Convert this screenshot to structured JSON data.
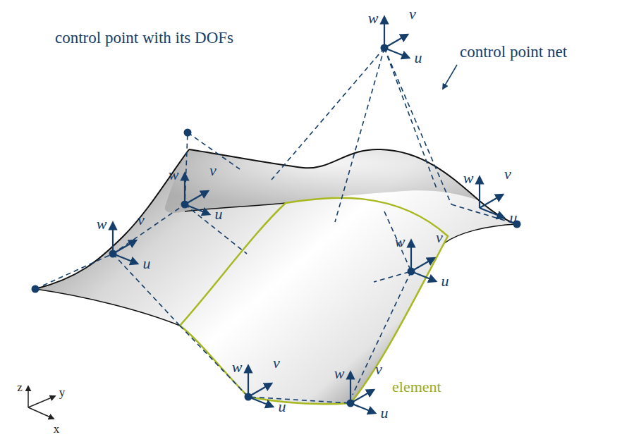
{
  "diagram": {
    "labels": [
      "control point with its DOFs",
      "control point net",
      "element",
      "w",
      "v",
      "u",
      "w",
      "v",
      "u",
      "w",
      "v",
      "u",
      "w",
      "v",
      "u",
      "w",
      "v",
      "u",
      "w",
      "v",
      "u",
      "w",
      "v",
      "u",
      "z",
      "y",
      "x"
    ]
  }
}
